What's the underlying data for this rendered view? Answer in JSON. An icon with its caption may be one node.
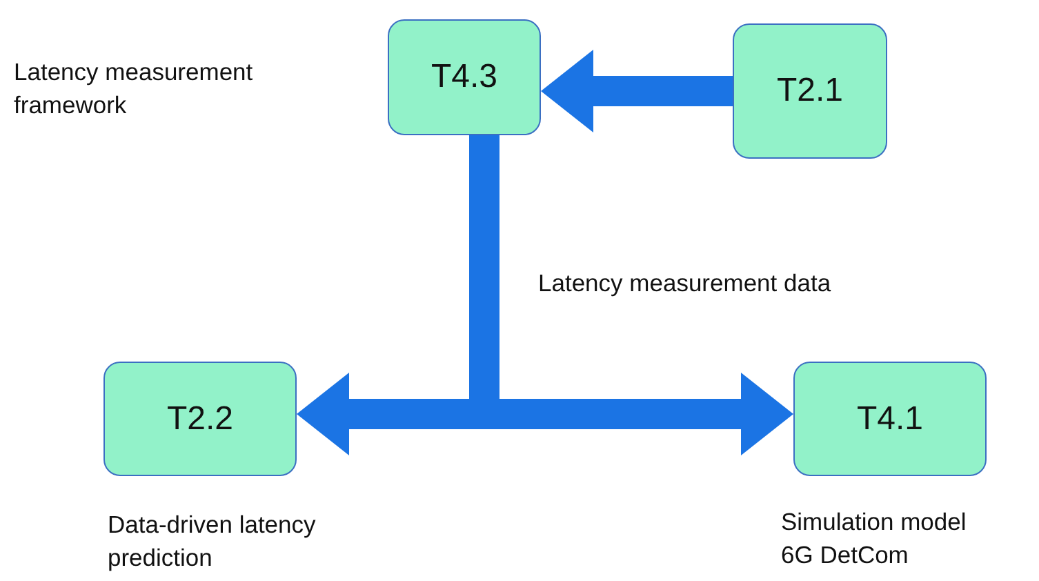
{
  "diagram": {
    "nodes": [
      {
        "text": [
          "T4.3"
        ]
      },
      {
        "text": [
          "T2.1"
        ]
      },
      {
        "text": [
          "T2.2"
        ],
        "beside": [
          "Data-driven latency prediction"
        ]
      },
      {
        "text": [
          "T4.1"
        ],
        "beside": [
          "Simulation model 6G DetCom"
        ]
      }
    ],
    "edges": [
      {
        "from": 1,
        "to": 0,
        "arrow": "to"
      },
      {
        "from": 0,
        "to": 2,
        "arrow": "to"
      },
      {
        "from": 0,
        "to": 3,
        "arrow": "to"
      }
    ],
    "labels": [
      "Latency measurement framework",
      "Latency measurement data"
    ]
  }
}
